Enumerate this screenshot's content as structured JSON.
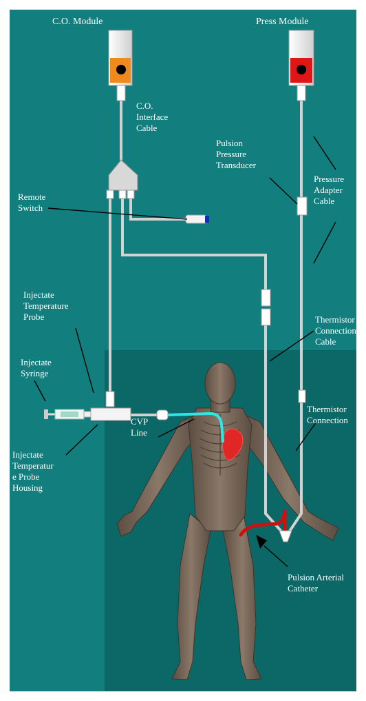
{
  "labels": {
    "co_module": "C.O. Module",
    "press_module": "Press Module",
    "co_interface_cable": "C.O.\nInterface\nCable",
    "pulsion_pressure_transducer": "Pulsion\nPressure\nTransducer",
    "pressure_adapter_cable": "Pressure\nAdapter\nCable",
    "remote_switch": "Remote\nSwitch",
    "injectate_temperature_probe": "Injectate\nTemperature\nProbe",
    "thermistor_connection_cable": "Thermistor\nConnection\nCable",
    "injectate_syringe": "Injectate\nSyringe",
    "thermistor_connection": "Thermistor\nConnection",
    "cvp_line": "CVP\nLine",
    "injectate_temperature_probe_housing": "Injectate\nTemperatur\ne Probe\nHousing",
    "pulsion_arterial_catheter": "Pulsion Arterial\nCatheter"
  },
  "colors": {
    "background": "#137e7e",
    "inner_panel": "#0b6866",
    "frame": "#ffffff",
    "cable": "#d2d2d2",
    "co_module_accent": "#f08a1c",
    "press_module_accent": "#e01515",
    "cvp_line": "#33e6e6",
    "arterial_catheter": "#cc1111",
    "heart": "#e12626",
    "body": "#7b6a5c"
  }
}
